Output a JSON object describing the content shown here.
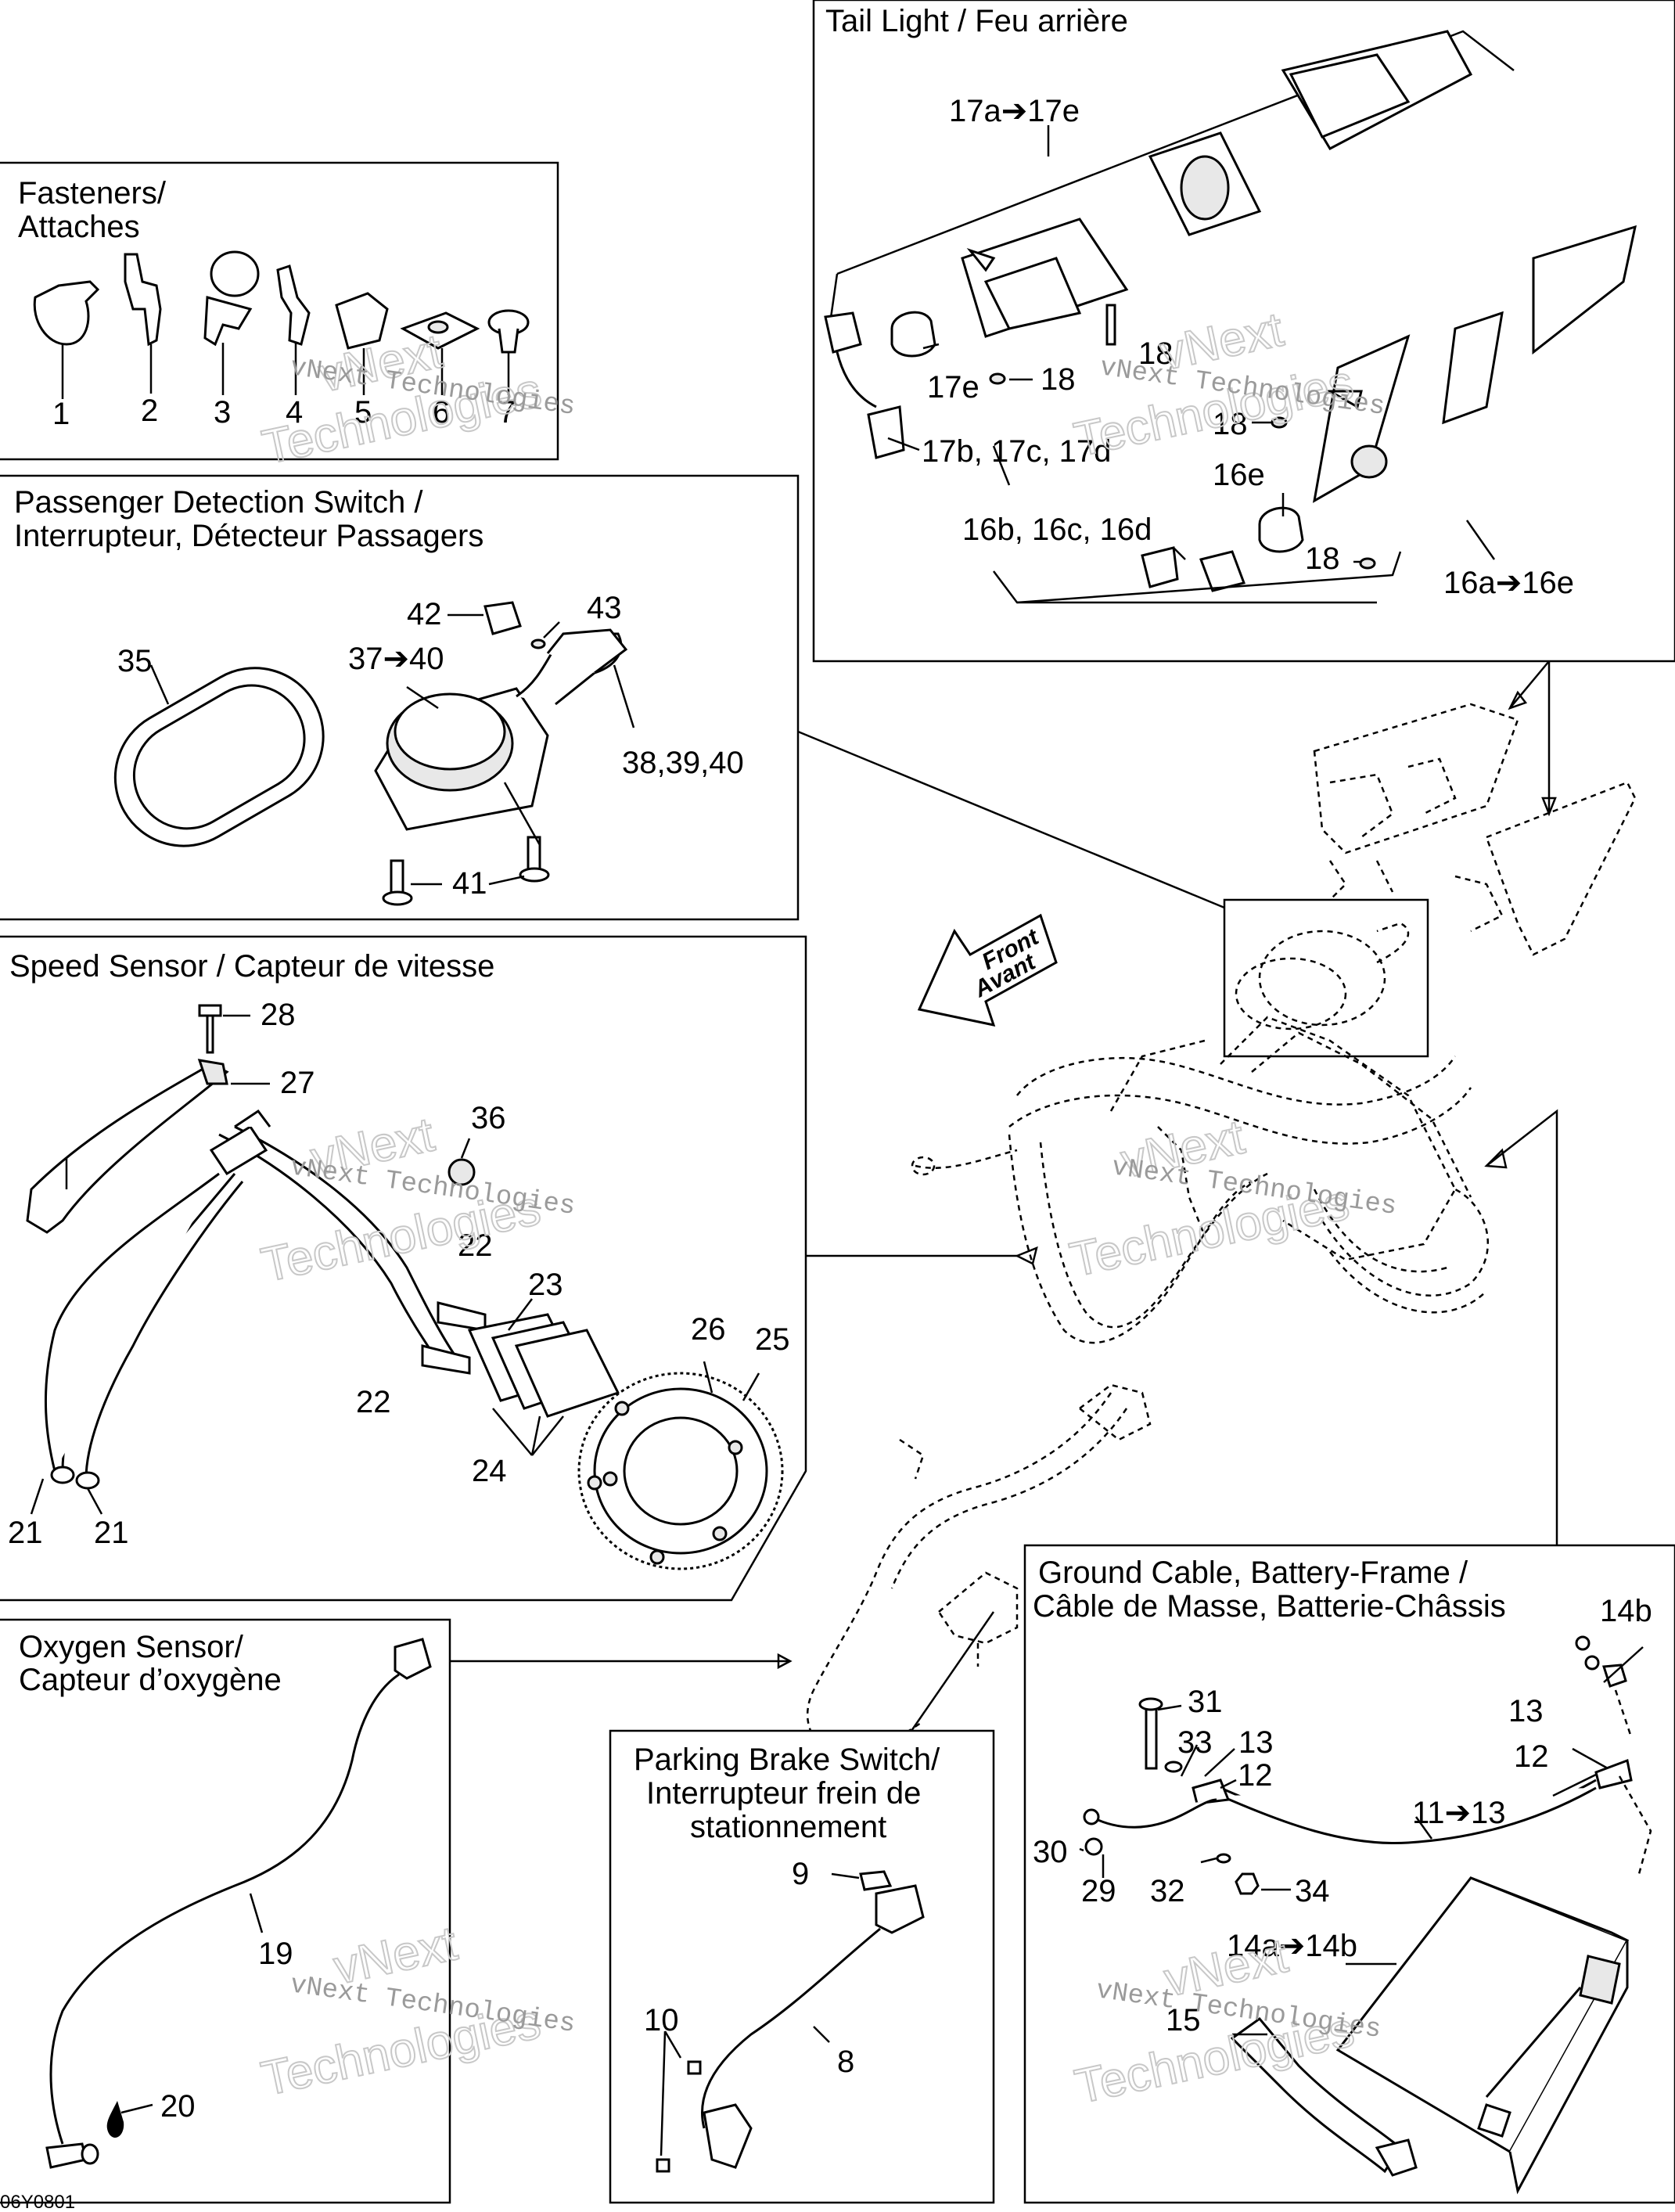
{
  "panels": {
    "fasteners": {
      "title_line1": "Fasteners/",
      "title_line2": "Attaches",
      "labels": [
        "1",
        "2",
        "3",
        "4",
        "5",
        "6",
        "7"
      ]
    },
    "passenger": {
      "title_line1": "Passenger Detection Switch /",
      "title_line2": "Interrupteur, Détecteur Passagers",
      "labels": [
        "35",
        "37➔40",
        "42",
        "43",
        "38,39,40",
        "41"
      ]
    },
    "speed": {
      "title": "Speed Sensor / Capteur de vitesse",
      "labels": [
        "28",
        "27",
        "36",
        "22",
        "23",
        "22",
        "26",
        "25",
        "24",
        "21",
        "21"
      ]
    },
    "oxygen": {
      "title_line1": "Oxygen Sensor/",
      "title_line2": "Capteur d’oxygène",
      "labels": [
        "19",
        "20"
      ]
    },
    "parking": {
      "title_line1": "Parking Brake Switch/",
      "title_line2": "Interrupteur frein de",
      "title_line3": "stationnement",
      "labels": [
        "9",
        "10",
        "8"
      ]
    },
    "tail": {
      "title": "Tail Light / Feu arrière",
      "labels": [
        "17a➔17e",
        "18",
        "17e",
        "18",
        "18",
        "17b, 17c, 17d",
        "16e",
        "16b, 16c, 16d",
        "18",
        "16a➔16e"
      ]
    },
    "ground": {
      "title_line1": "Ground Cable, Battery-Frame /",
      "title_line2": "Câble de Masse, Batterie-Châssis",
      "labels": [
        "14b",
        "31",
        "33",
        "13",
        "13",
        "12",
        "12",
        "11➔13",
        "30",
        "29",
        "32",
        "34",
        "14a➔14b",
        "15"
      ]
    }
  },
  "center": {
    "front_arrow_line1": "Front",
    "front_arrow_line2": "Avant"
  },
  "footer": {
    "code": "06Y0801"
  },
  "watermark": {
    "big_line1": "vNext",
    "big_line2": "Technologies",
    "small": "vNext Technologies"
  }
}
